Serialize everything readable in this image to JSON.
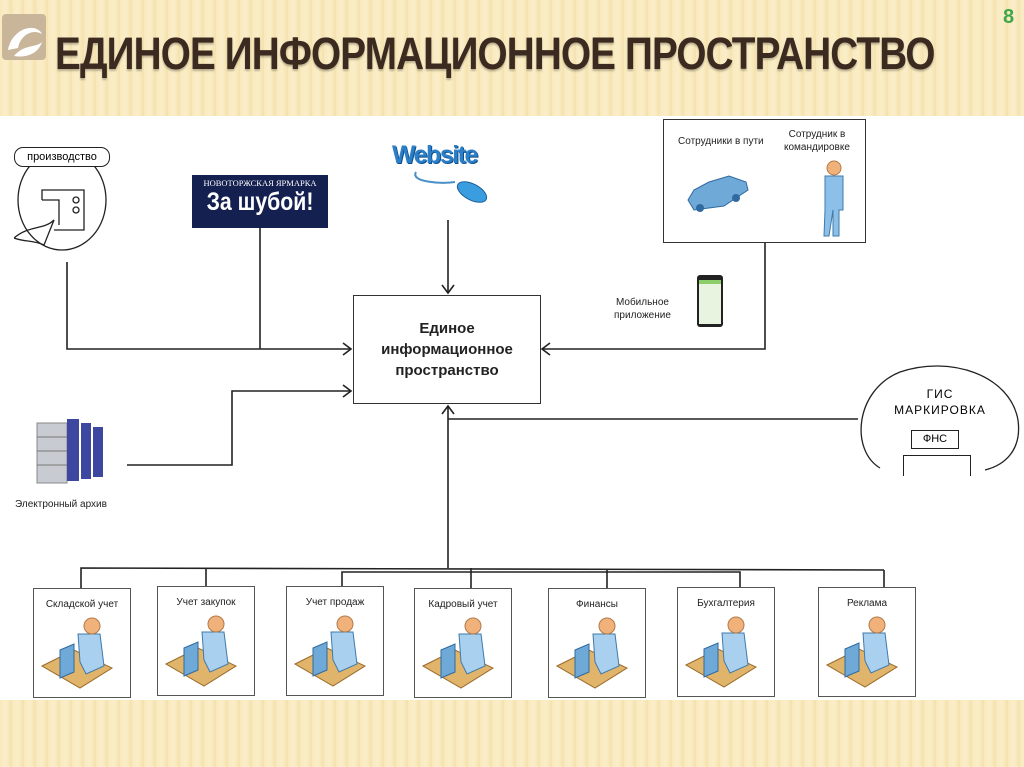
{
  "header": {
    "title": "ЕДИНОЕ ИНФОРМАЦИОННОЕ ПРОСТРАНСТВО",
    "page_number": "8"
  },
  "center": {
    "line1": "Единое",
    "line2": "информационное",
    "line3": "пространство"
  },
  "sources": {
    "production": "производство",
    "banner_small": "НОВОТОРЖСКАЯ ЯРМАРКА",
    "banner_big": "За шубой!",
    "website": "Website",
    "travel": "Сотрудники в пути",
    "trip_line1": "Сотрудник в",
    "trip_line2": "командировке",
    "mobile_line1": "Мобильное",
    "mobile_line2": "приложение",
    "archive": "Электронный архив",
    "gis_line1": "ГИС",
    "gis_line2": "МАРКИРОВКА",
    "fns": "ФНС"
  },
  "departments": [
    "Складской учет",
    "Учет закупок",
    "Учет продаж",
    "Кадровый учет",
    "Финансы",
    "Бухгалтерия",
    "Реклама"
  ],
  "colors": {
    "title": "#3b2a20",
    "page_number": "#3fa64a",
    "banner": "#14204f",
    "accent_blue": "#4a90c8"
  }
}
